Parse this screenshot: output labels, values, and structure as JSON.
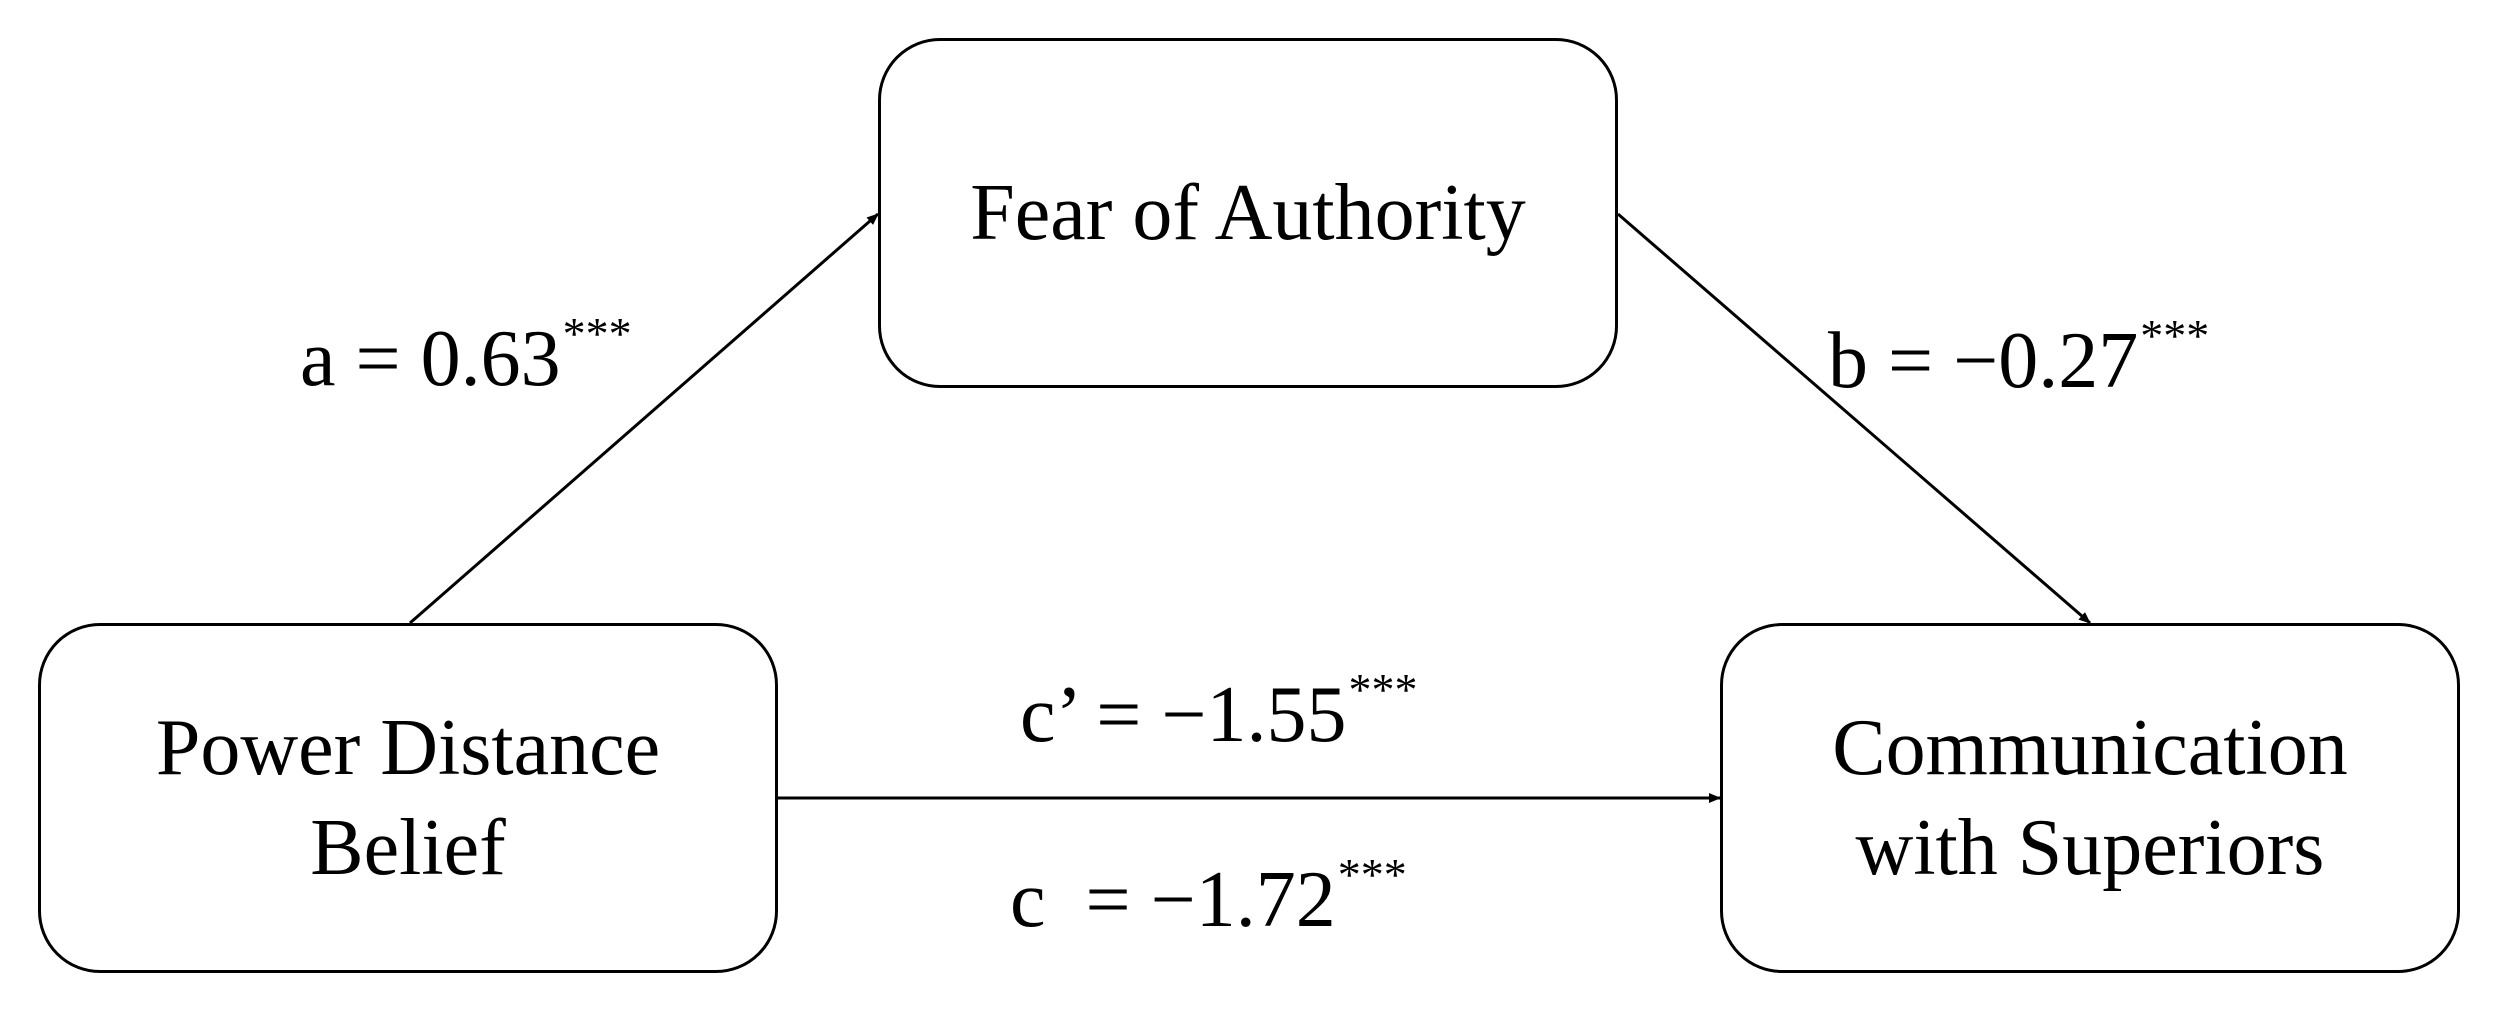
{
  "nodes": {
    "mediator": "Fear of Authority",
    "predictor": "Power Distance\nBelief",
    "outcome": "Communication\nwith Superiors"
  },
  "paths": {
    "a": {
      "label": "a = 0.63",
      "significance": "***"
    },
    "b": {
      "label": "b = −0.27",
      "significance": "***"
    },
    "c_prime": {
      "label": "c’ = −1.55",
      "significance": "***"
    },
    "c": {
      "label": "c  = −1.72",
      "significance": "***"
    }
  }
}
